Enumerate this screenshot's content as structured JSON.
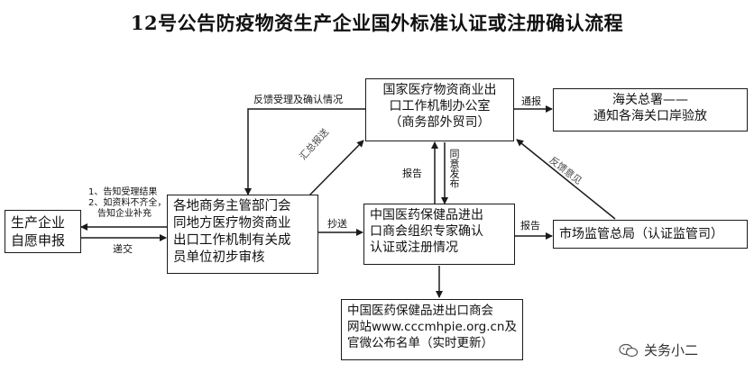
{
  "title": "12号公告防疫物资生产企业国外标准认证或注册确认流程",
  "boxes": {
    "producer": [
      "生产企业",
      "自愿申报"
    ],
    "local_dept": [
      "各地商务主管部门会",
      "同地方医疗物资商业",
      "出口工作机制有关成",
      "员单位初步审核"
    ],
    "office": [
      "国家医疗物资商业出",
      "口工作机制办公室",
      "（商务部外贸司）"
    ],
    "customs": [
      "海关总署——",
      "通知各海关口岸验放"
    ],
    "chamber": [
      "中国医药保健品进出",
      "口商会组织专家确认",
      "认证或注册情况"
    ],
    "market": [
      "市场监管总局（认证监管司）"
    ],
    "website": [
      "中国医药保健品进出口商会",
      "网站www.cccmhpie.org.cn及",
      "官微公布名单（实时更新）"
    ]
  },
  "labels": {
    "feedback": "反馈受理及确认情况",
    "notify": "通报",
    "inform": [
      "1、告知受理结果",
      "2、如资料不齐全，",
      "告知企业补充"
    ],
    "submit": "递交",
    "copy_send": "抄送",
    "summary_report": "汇总报送",
    "report_up": "报告",
    "agree": "同意发布",
    "report_right": "报告",
    "feedback_opinion": "反馈意见"
  },
  "watermark": "关务小二"
}
